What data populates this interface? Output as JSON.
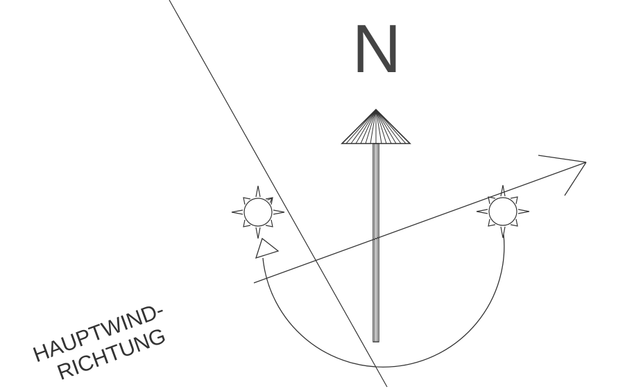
{
  "diagram": {
    "north_label": "N",
    "wind_label_line1": "HAUPTWIND-",
    "wind_label_line2": "RICHTUNG",
    "icons": [
      "north-arrow-icon",
      "sun-icon",
      "wind-arrow-icon"
    ],
    "colors": {
      "line": "#333333",
      "text": "#444444",
      "background": "#ffffff"
    }
  }
}
